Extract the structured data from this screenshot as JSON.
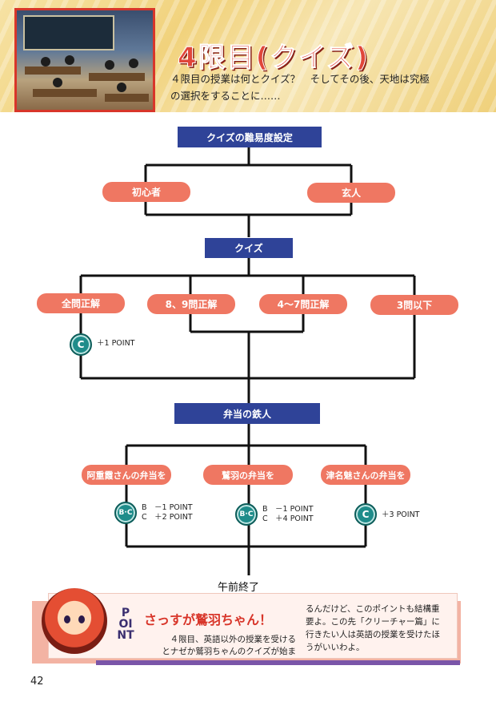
{
  "header": {
    "title": "4限目(クイズ)",
    "subtitle_lines": [
      "４限目の授業は何とクイズ？　そしてその後、天地は究極",
      "の選択をすることに……"
    ]
  },
  "flow": {
    "difficulty_box": "クイズの難易度設定",
    "difficulty_options": [
      "初心者",
      "玄人"
    ],
    "quiz_box": "クイズ",
    "quiz_results": [
      "全問正解",
      "8、9問正解",
      "4〜7問正解",
      "3問以下"
    ],
    "quiz_reward": {
      "badge": "C",
      "text": "＋1 POINT"
    },
    "bento_box": "弁当の鉄人",
    "bento_options": [
      "阿重霞さんの弁当を",
      "鷲羽の弁当を",
      "津名魅さんの弁当を"
    ],
    "bento_rewards": [
      {
        "badge": "B·C",
        "lines": [
          "B　－1 POINT",
          "C　＋2 POINT"
        ]
      },
      {
        "badge": "B·C",
        "lines": [
          "B　－1 POINT",
          "C　＋4 POINT"
        ]
      },
      {
        "badge": "C",
        "lines": [
          "＋3 POINT"
        ]
      }
    ],
    "end_label": "午前終了"
  },
  "point": {
    "tag": "POINT",
    "title": "さっすが鷲羽ちゃん！",
    "body_left": [
      "４限目、英語以外の授業を受ける",
      "とナゼか鷲羽ちゃんのクイズが始ま"
    ],
    "body_right": [
      "るんだけど、このポイントも結構重",
      "要よ。この先「クリーチャー篇」に",
      "行きたい人は英語の授業を受けたほ",
      "うがいいわよ。"
    ]
  },
  "page_number": "42",
  "colors": {
    "navy": "#2f4398",
    "salmon": "#ef7762",
    "teal": "#1f8c8a",
    "red": "#d8362a"
  }
}
